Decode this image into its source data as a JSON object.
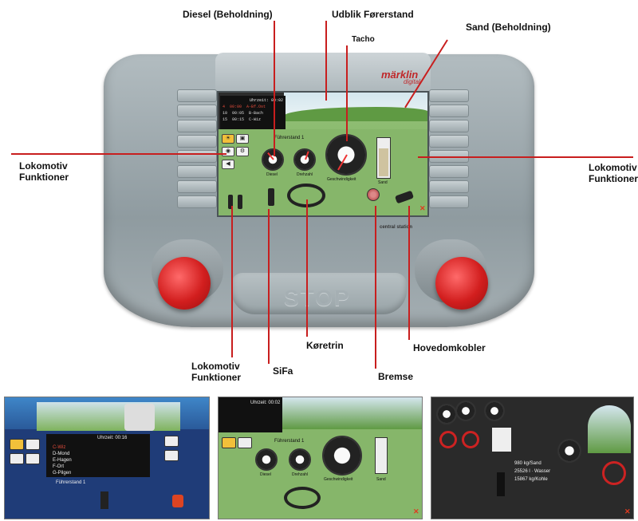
{
  "callouts": {
    "diesel": "Diesel (Beholdning)",
    "view": "Udblik Førerstand",
    "tacho": "Tacho",
    "sand": "Sand (Beholdning)",
    "loco_func_left_1": "Lokomotiv",
    "loco_func_left_2": "Funktioner",
    "loco_func_right_1": "Lokomotiv",
    "loco_func_right_2": "Funktioner",
    "loco_func_bottom_1": "Lokomotiv",
    "loco_func_bottom_2": "Funktioner",
    "sifa": "SiFa",
    "koretrin": "Køretrin",
    "bremse": "Bremse",
    "hovedomkobler": "Hovedomkobler"
  },
  "device": {
    "brand": "märklin",
    "brand_sub": "digital",
    "central_station": "central station",
    "stop_label": "STOP"
  },
  "screen": {
    "clock": "Uhrzeit: 00:02",
    "stand": "Führerstand 1",
    "gauge_left": "Diesel",
    "gauge_mid": "Drehzahl",
    "gauge_speed": "Geschwindigkeit",
    "gauge_sand": "Sand",
    "timetable": [
      {
        "a": "4",
        "b": "00:00",
        "c": "A-Bf.Ost",
        "red": true
      },
      {
        "a": "10",
        "b": "00:05",
        "c": "B-Bach",
        "red": false
      },
      {
        "a": "15",
        "b": "00:15",
        "c": "C-Wiz",
        "red": false
      }
    ]
  },
  "thumb1": {
    "clock": "Uhrzeit: 00:16",
    "stand": "Führerstand 1",
    "timetable": [
      "C-Wiz",
      "D-Mond",
      "E-Hagen",
      "F-Ort",
      "G-Pilgen"
    ]
  },
  "thumb2": {
    "clock": "Uhrzeit: 00:02",
    "stand": "Führerstand 1",
    "gauge_left": "Diesel",
    "gauge_mid": "Drehzahl",
    "gauge_speed": "Geschwindigkeit",
    "gauge_sand": "Sand"
  },
  "thumb3": {
    "sand_text": "980 kg/Sand",
    "l1": "25526 l · Wasser",
    "l2": "15867 kg/Kohle"
  }
}
